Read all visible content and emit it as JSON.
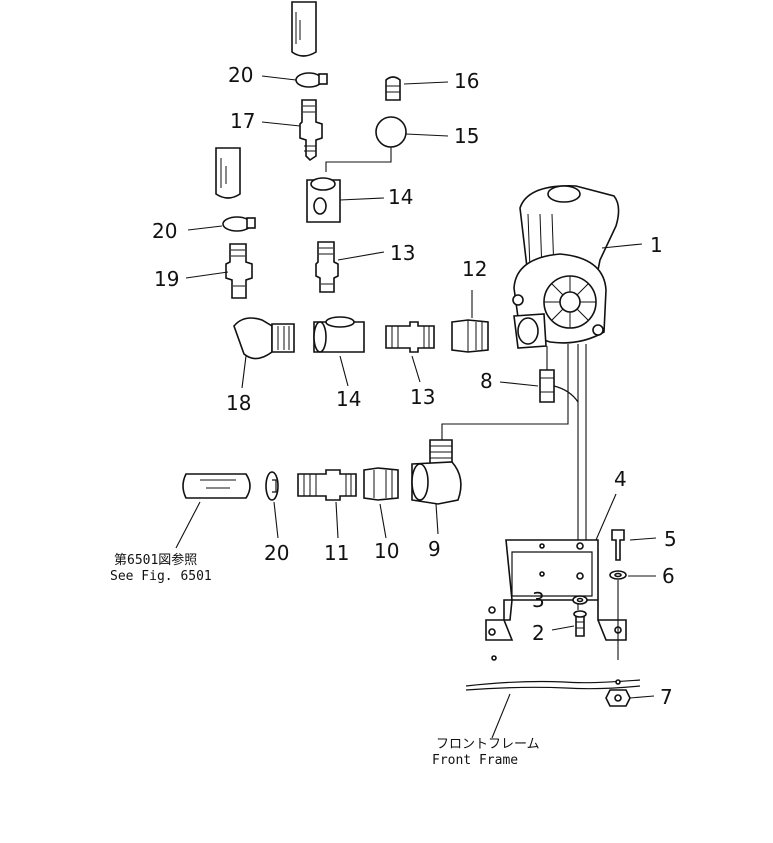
{
  "callouts": {
    "n1": "1",
    "n2": "2",
    "n3": "3",
    "n4": "4",
    "n5": "5",
    "n6": "6",
    "n7": "7",
    "n8": "8",
    "n9": "9",
    "n10": "10",
    "n11": "11",
    "n12": "12",
    "n13a": "13",
    "n13b": "13",
    "n14a": "14",
    "n14b": "14",
    "n15": "15",
    "n16": "16",
    "n17": "17",
    "n18": "18",
    "n19": "19",
    "n20a": "20",
    "n20b": "20",
    "n20c": "20"
  },
  "notes": {
    "see_fig_jp": "第6501図参照",
    "see_fig_en": "See  Fig. 6501",
    "front_frame_jp": "フロントフレーム",
    "front_frame_en": "Front  Frame"
  }
}
